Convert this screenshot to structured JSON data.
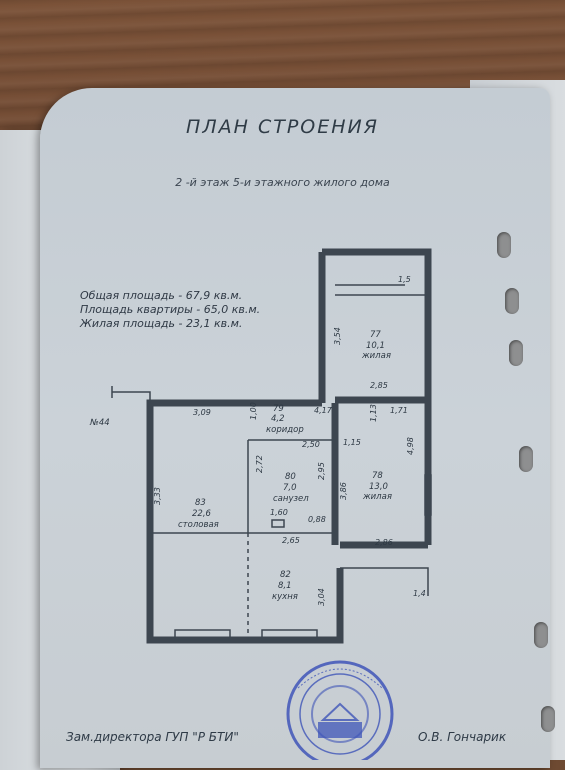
{
  "document": {
    "title": "ПЛАН СТРОЕНИЯ",
    "subtitle": "2 -й этаж 5-и этажного жилого дома",
    "areas": [
      "Общая площадь - 67,9 кв.м.",
      "Площадь квартиры - 65,0 кв.м.",
      "Жилая площадь - 23,1 кв.м."
    ],
    "apartment_no": "№44",
    "footer_left": "Зам.директора ГУП \"Р БТИ\"",
    "footer_right": "О.В. Гончарик"
  },
  "plan": {
    "dimensions": {
      "d_15": "1,5",
      "d_354": "3,54",
      "d_285": "2,85",
      "d_309": "3,09",
      "d_100": "1,00",
      "d_417": "4,17",
      "d_113": "1,13",
      "d_171": "1,71",
      "d_250": "2,50",
      "d_115": "1,15",
      "d_498": "4,98",
      "d_272": "2,72",
      "d_295": "2,95",
      "d_386": "3,86",
      "d_333": "3,33",
      "d_160": "1,60",
      "d_088": "0,88",
      "d_265": "2,65",
      "d_286": "2,86",
      "d_304": "3,04",
      "d_14": "1,4"
    },
    "rooms": {
      "r77": {
        "no": "77",
        "area": "10,1",
        "name": "жилая"
      },
      "r79": {
        "no": "79",
        "area": "4,2",
        "name": "коридор"
      },
      "r80": {
        "no": "80",
        "area": "7,0",
        "name": "санузел"
      },
      "r78": {
        "no": "78",
        "area": "13,0",
        "name": "жилая"
      },
      "r83": {
        "no": "83",
        "area": "22,6",
        "name": "столовая"
      },
      "r82": {
        "no": "82",
        "area": "8,1",
        "name": "кухня"
      }
    }
  },
  "colors": {
    "ink": "#3d4650",
    "paper": "#c7cdd2",
    "stamp": "#3f55b8"
  }
}
